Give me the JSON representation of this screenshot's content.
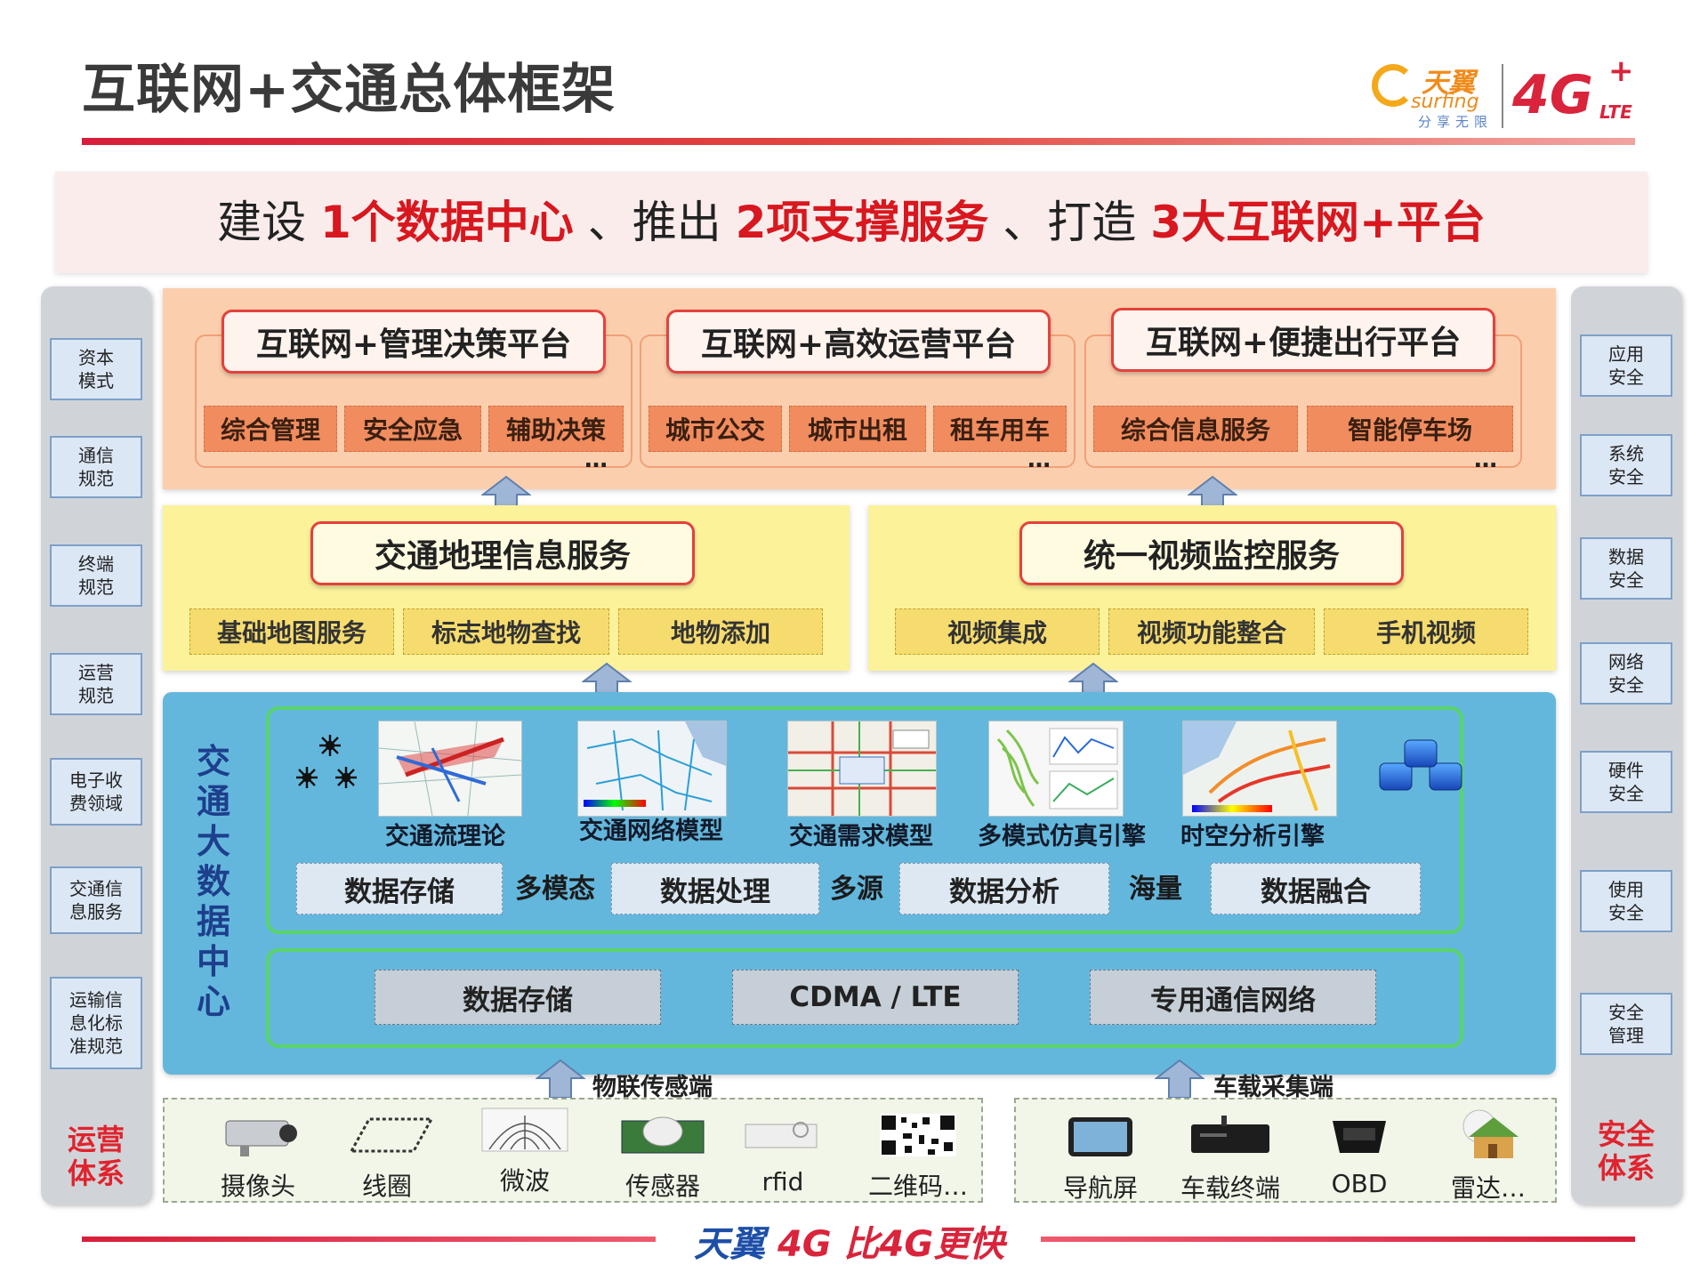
{
  "title": "互联网+交通总体框架",
  "logo": {
    "brand_cn": "天翼",
    "brand_en": "surfing",
    "tagline": "分享无限",
    "network": "4G",
    "plus": "+",
    "lte": "LTE"
  },
  "banner": {
    "p1": "建设 ",
    "h1": "1个数据中心",
    "p2": " 、推出 ",
    "h2": "2项支撑服务",
    "p3": " 、打造 ",
    "h3": "3大互联网+平台"
  },
  "left_column": {
    "items": [
      "资本\n模式",
      "通信\n规范",
      "终端\n规范",
      "运营\n规范",
      "电子收\n费领域",
      "交通信\n息服务",
      "运输信\n息化标\n准规范"
    ],
    "footer": "运营\n体系"
  },
  "right_column": {
    "items": [
      "应用\n安全",
      "系统\n安全",
      "数据\n安全",
      "网络\n安全",
      "硬件\n安全",
      "使用\n安全",
      "安全\n管理"
    ],
    "footer": "安全\n体系"
  },
  "platforms": [
    {
      "title": "互联网+管理决策平台",
      "items": [
        "综合管理",
        "安全应急",
        "辅助决策"
      ],
      "more": "…"
    },
    {
      "title": "互联网+高效运营平台",
      "items": [
        "城市公交",
        "城市出租",
        "租车用车"
      ],
      "more": "…"
    },
    {
      "title": "互联网+便捷出行平台",
      "items": [
        "综合信息服务",
        "智能停车场"
      ],
      "more": "…"
    }
  ],
  "services": [
    {
      "title": "交通地理信息服务",
      "items": [
        "基础地图服务",
        "标志地物查找",
        "地物添加"
      ]
    },
    {
      "title": "统一视频监控服务",
      "items": [
        "视频集成",
        "视频功能整合",
        "手机视频"
      ]
    }
  ],
  "data_center": {
    "title": "交通大数据中心",
    "models": [
      "交通流理论",
      "交通网络模型",
      "交通需求模型",
      "多模式仿真引擎",
      "时空分析引擎"
    ],
    "processing": [
      "数据存储",
      "数据处理",
      "数据分析",
      "数据融合"
    ],
    "qualifiers": [
      "多模态",
      "多源",
      "海量"
    ],
    "network": [
      "数据存储",
      "CDMA / LTE",
      "专用通信网络"
    ]
  },
  "collection": {
    "iot_label": "物联传感端",
    "vehicle_label": "车载采集端",
    "iot_devices": [
      "摄像头",
      "线圈",
      "微波",
      "传感器",
      "rfid",
      "二维码"
    ],
    "vehicle_devices": [
      "导航屏",
      "车载终端",
      "OBD",
      "雷达"
    ],
    "more": "…"
  },
  "footer": {
    "tianyi": "天翼",
    "g4": "4G",
    "slogan": "比4G更快"
  },
  "colors": {
    "accent_red": "#d8171e",
    "platform_bg": "#fbcfae",
    "service_bg": "#fbf29a",
    "datacenter_bg": "#64b7dc",
    "side_box": "#dce7f5"
  }
}
